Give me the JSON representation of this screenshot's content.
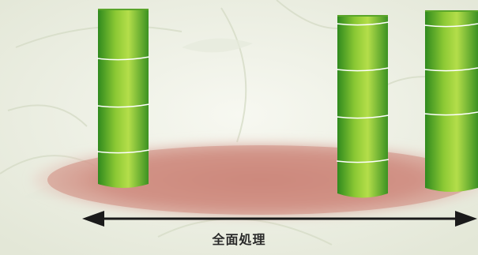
{
  "diagram": {
    "caption": "全面処理",
    "colors": {
      "background": "#eef0e6",
      "treated_zone": "#c97f72",
      "bamboo_light": "#a6d63c",
      "bamboo_dark": "#2f8a1e",
      "node_line": "#ffffff",
      "arrow": "#1a1a1a"
    },
    "stalks": [
      {
        "name": "bamboo-stalk-left"
      },
      {
        "name": "bamboo-stalk-center-right"
      },
      {
        "name": "bamboo-stalk-right"
      }
    ]
  }
}
